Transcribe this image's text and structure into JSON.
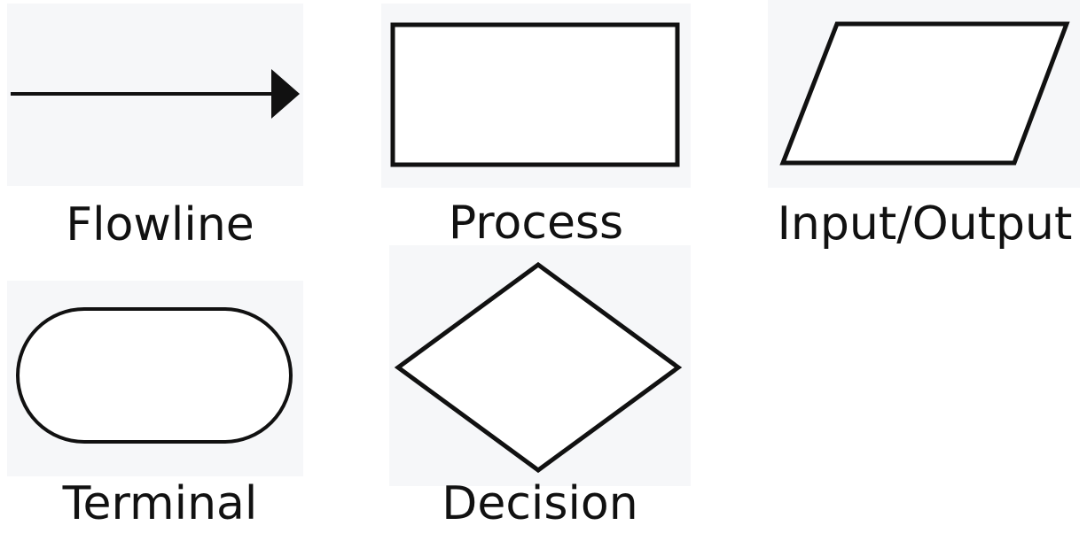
{
  "symbols": [
    {
      "label": "Flowline",
      "shape": "arrow"
    },
    {
      "label": "Process",
      "shape": "rectangle"
    },
    {
      "label": "Input/Output",
      "shape": "parallelogram"
    },
    {
      "label": "Terminal",
      "shape": "rounded-rectangle"
    },
    {
      "label": "Decision",
      "shape": "diamond"
    }
  ],
  "colors": {
    "panel_background": "#f6f7f9",
    "stroke": "#111111",
    "fill": "#ffffff"
  }
}
